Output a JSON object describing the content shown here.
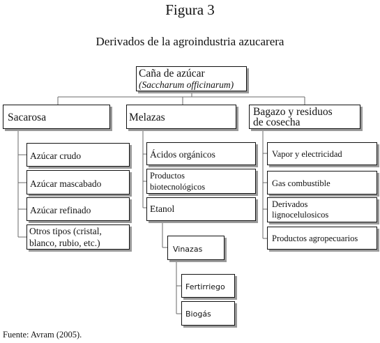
{
  "figure": {
    "title": "Figura 3",
    "subtitle": "Derivados de la agroindustria azucarera",
    "source": "Fuente: Avram (2005)."
  },
  "root": {
    "line1": "Caña de azúcar",
    "line2": "(Saccharum officinarum)"
  },
  "sacarosa": {
    "label": "Sacarosa",
    "items": [
      "Azúcar crudo",
      "Azúcar mascabado",
      "Azúcar refinado"
    ],
    "otros_line1": "Otros tipos (cristal,",
    "otros_line2": "blanco, rubio, etc.)"
  },
  "melazas": {
    "label": "Melazas",
    "acidos": "Ácidos orgánicos",
    "productos_line1": "Productos",
    "productos_line2": "biotecnológicos",
    "etanol": "Etanol",
    "vinazas": "Vinazas",
    "fertirriego": "Fertirriego",
    "biogas": "Biogás"
  },
  "bagazo": {
    "label_line1": "Bagazo y residuos",
    "label_line2": "de cosecha",
    "vapor": "Vapor y electricidad",
    "gas": "Gas combustible",
    "derivados_line1": "Derivados",
    "derivados_line2": "lignocelulosicos",
    "agro": "Productos agropecuarios"
  }
}
